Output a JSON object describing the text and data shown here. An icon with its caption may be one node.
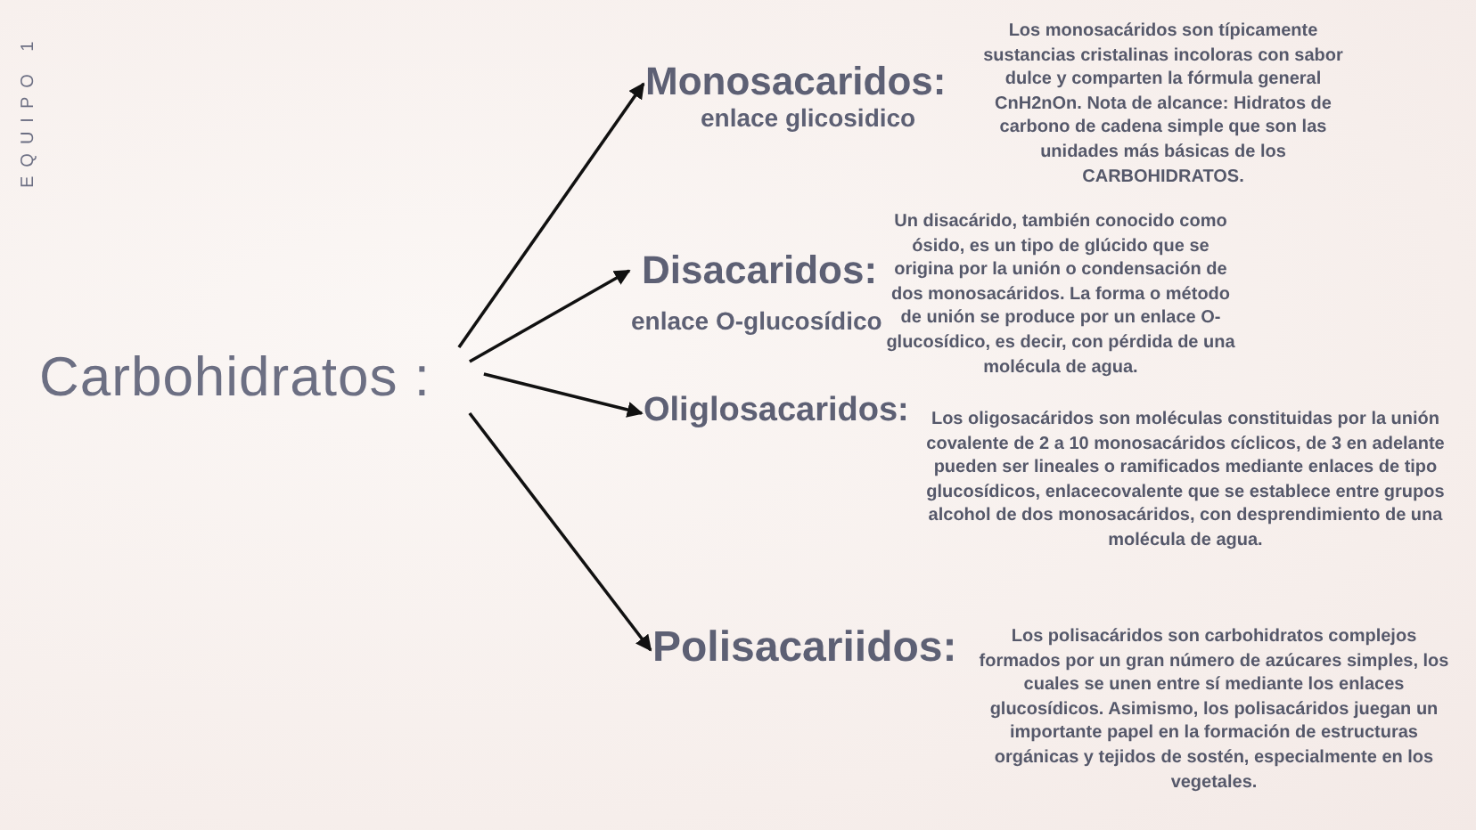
{
  "diagram": {
    "nodes": [
      {
        "text": [
          "Carbohidratos :"
        ]
      },
      {
        "text": [
          "Monosacaridos:",
          "enlace glicosidico"
        ],
        "beside": [
          "Los monosacáridos son típicamente sustancias cristalinas incoloras con sabor dulce y comparten la fórmula general CnH2nOn. Nota de alcance: Hidratos de carbono de cadena simple que son las unidades más básicas de los CARBOHIDRATOS."
        ]
      },
      {
        "text": [
          "Disacaridos:",
          "enlace O-glucosídico"
        ],
        "beside": [
          "Un disacárido, también conocido como ósido, es un tipo de glúcido que se origina por la unión o condensación de dos monosacáridos. La forma o método de unión se produce por un enlace O-glucosídico, es decir, con pérdida de una molécula de agua."
        ]
      },
      {
        "text": [
          "Oliglosacaridos:"
        ],
        "beside": [
          "Los oligosacáridos son moléculas constituidas por la unión covalente de 2 a 10 monosacáridos cíclicos, de 3 en adelante pueden ser lineales o ramificados mediante enlaces de tipo glucosídicos, enlacecovalente que se establece entre grupos alcohol de dos monosacáridos, con desprendimiento de una molécula de agua."
        ]
      },
      {
        "text": [
          "Polisacariidos:"
        ],
        "beside": [
          "Los polisacáridos son carbohidratos complejos formados por un gran número de azúcares simples, los cuales se unen entre sí mediante los enlaces glucosídicos. Asimismo, los polisacáridos juegan un importante papel en la formación de estructuras orgánicas y tejidos de sostén, especialmente en los vegetales."
        ]
      }
    ],
    "edges": [
      {
        "from": 0,
        "to": 1,
        "arrow": "to"
      },
      {
        "from": 0,
        "to": 2,
        "arrow": "to"
      },
      {
        "from": 0,
        "to": 3,
        "arrow": "to"
      },
      {
        "from": 0,
        "to": 4,
        "arrow": "to"
      }
    ],
    "labels": [
      "EQUIPO 1"
    ]
  }
}
